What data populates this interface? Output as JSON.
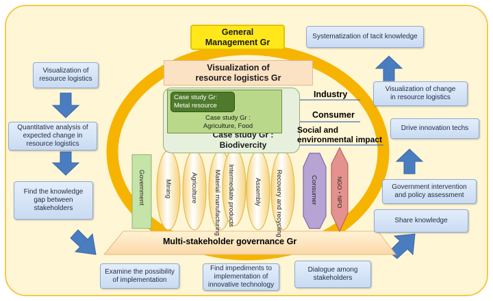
{
  "colors": {
    "ring": "#f6b400",
    "outer_border": "#f3c94a",
    "outer_fill": "#fff6d6",
    "yellow_box": "#ffe71a",
    "peach": "#fce2c4",
    "metal": "#4f7a2c",
    "agri": "#b9d88a",
    "bio": "#e6f0dc",
    "green_col": "#c6e3a8",
    "purple": "#b7a4d4",
    "red": "#e4928f",
    "arrow": "#4a7cc0"
  },
  "top": {
    "general_management": "General\nManagement Gr",
    "visualization_title": "Visualization of\nresource logistics  Gr"
  },
  "case_studies": {
    "metal": "Case study Gr:\nMetal resource",
    "agri": "Case study Gr :\nAgriculture, Food",
    "bio": "Case study Gr :\nBiodivercity"
  },
  "stakeholder_labels": {
    "industry": "Industry",
    "consumer": "Consumer",
    "social": "Social and\nenvironmental impact"
  },
  "columns": {
    "government": "Government",
    "mining": "Mining",
    "agriculture": "Agriculture",
    "material": "Material\nmanufacturing",
    "intermediate": "Intermediate\nproducts",
    "assembly": "Assembly",
    "recovery": "Recovery and\nrecycling",
    "consumer": "Consumer",
    "ngo": "NGO・NPO"
  },
  "governance": "Multi-stakeholder governance Gr",
  "left_steps": {
    "visualization": "Visualization of\nresource logistics",
    "quantitative": "Quantitative analysis of\nexpected change in\nresource logistics",
    "gap": "Find  the knowledge\ngap between\nstakeholders"
  },
  "bottom_steps": {
    "examine": "Examine the possibility\nof implementation",
    "impediments": "Find impediments to\nimplementation of\ninnovative technology",
    "dialogue": "Dialogue  among\nstakeholders"
  },
  "right_steps": {
    "share": "Share knowledge",
    "government": "Government intervention\nand policy assessment",
    "innovation": "Drive innovation techs",
    "change": "Visualization of change\nin resource logistics",
    "tacit": "Systematization of tacit knowledge"
  }
}
